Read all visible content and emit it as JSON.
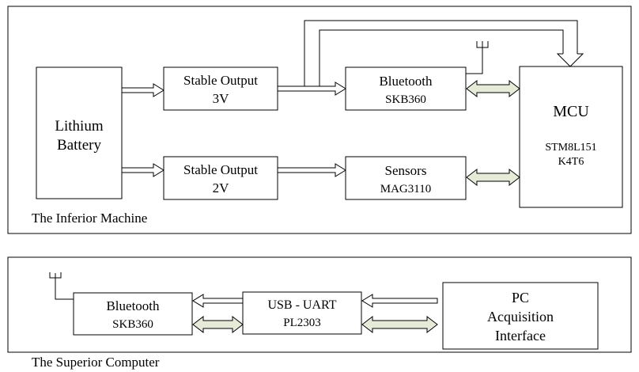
{
  "inferior": {
    "title": "The Inferior Machine",
    "battery": {
      "line1": "Lithium",
      "line2": "Battery"
    },
    "reg3v": {
      "line1": "Stable Output",
      "line2": "3V"
    },
    "reg2v": {
      "line1": "Stable Output",
      "line2": "2V"
    },
    "bluetooth": {
      "line1": "Bluetooth",
      "line2": "SKB360"
    },
    "sensors": {
      "line1": "Sensors",
      "line2": "MAG3110"
    },
    "mcu": {
      "line1": "MCU",
      "line2": "STM8L151",
      "line3": "K4T6"
    }
  },
  "superior": {
    "title": "The Superior Computer",
    "bluetooth": {
      "line1": "Bluetooth",
      "line2": "SKB360"
    },
    "usb": {
      "line1": "USB - UART",
      "line2": "PL2303"
    },
    "pc": {
      "line1": "PC",
      "line2": "Acquisition",
      "line3": "Interface"
    }
  },
  "colors": {
    "line": "#000000",
    "bidirectional_fill": "#e6ead8",
    "background": "#ffffff"
  },
  "icons": [
    "antenna-icon",
    "hollow-arrow-icon",
    "double-arrow-icon"
  ]
}
